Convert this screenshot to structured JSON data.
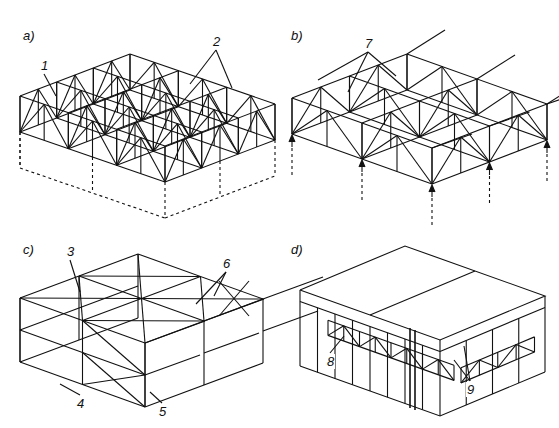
{
  "diagram": {
    "labels": [
      "a)",
      "1",
      "2",
      "b)",
      "7",
      "c)",
      "3",
      "6",
      "4",
      "5",
      "d)",
      "8",
      "9"
    ]
  }
}
